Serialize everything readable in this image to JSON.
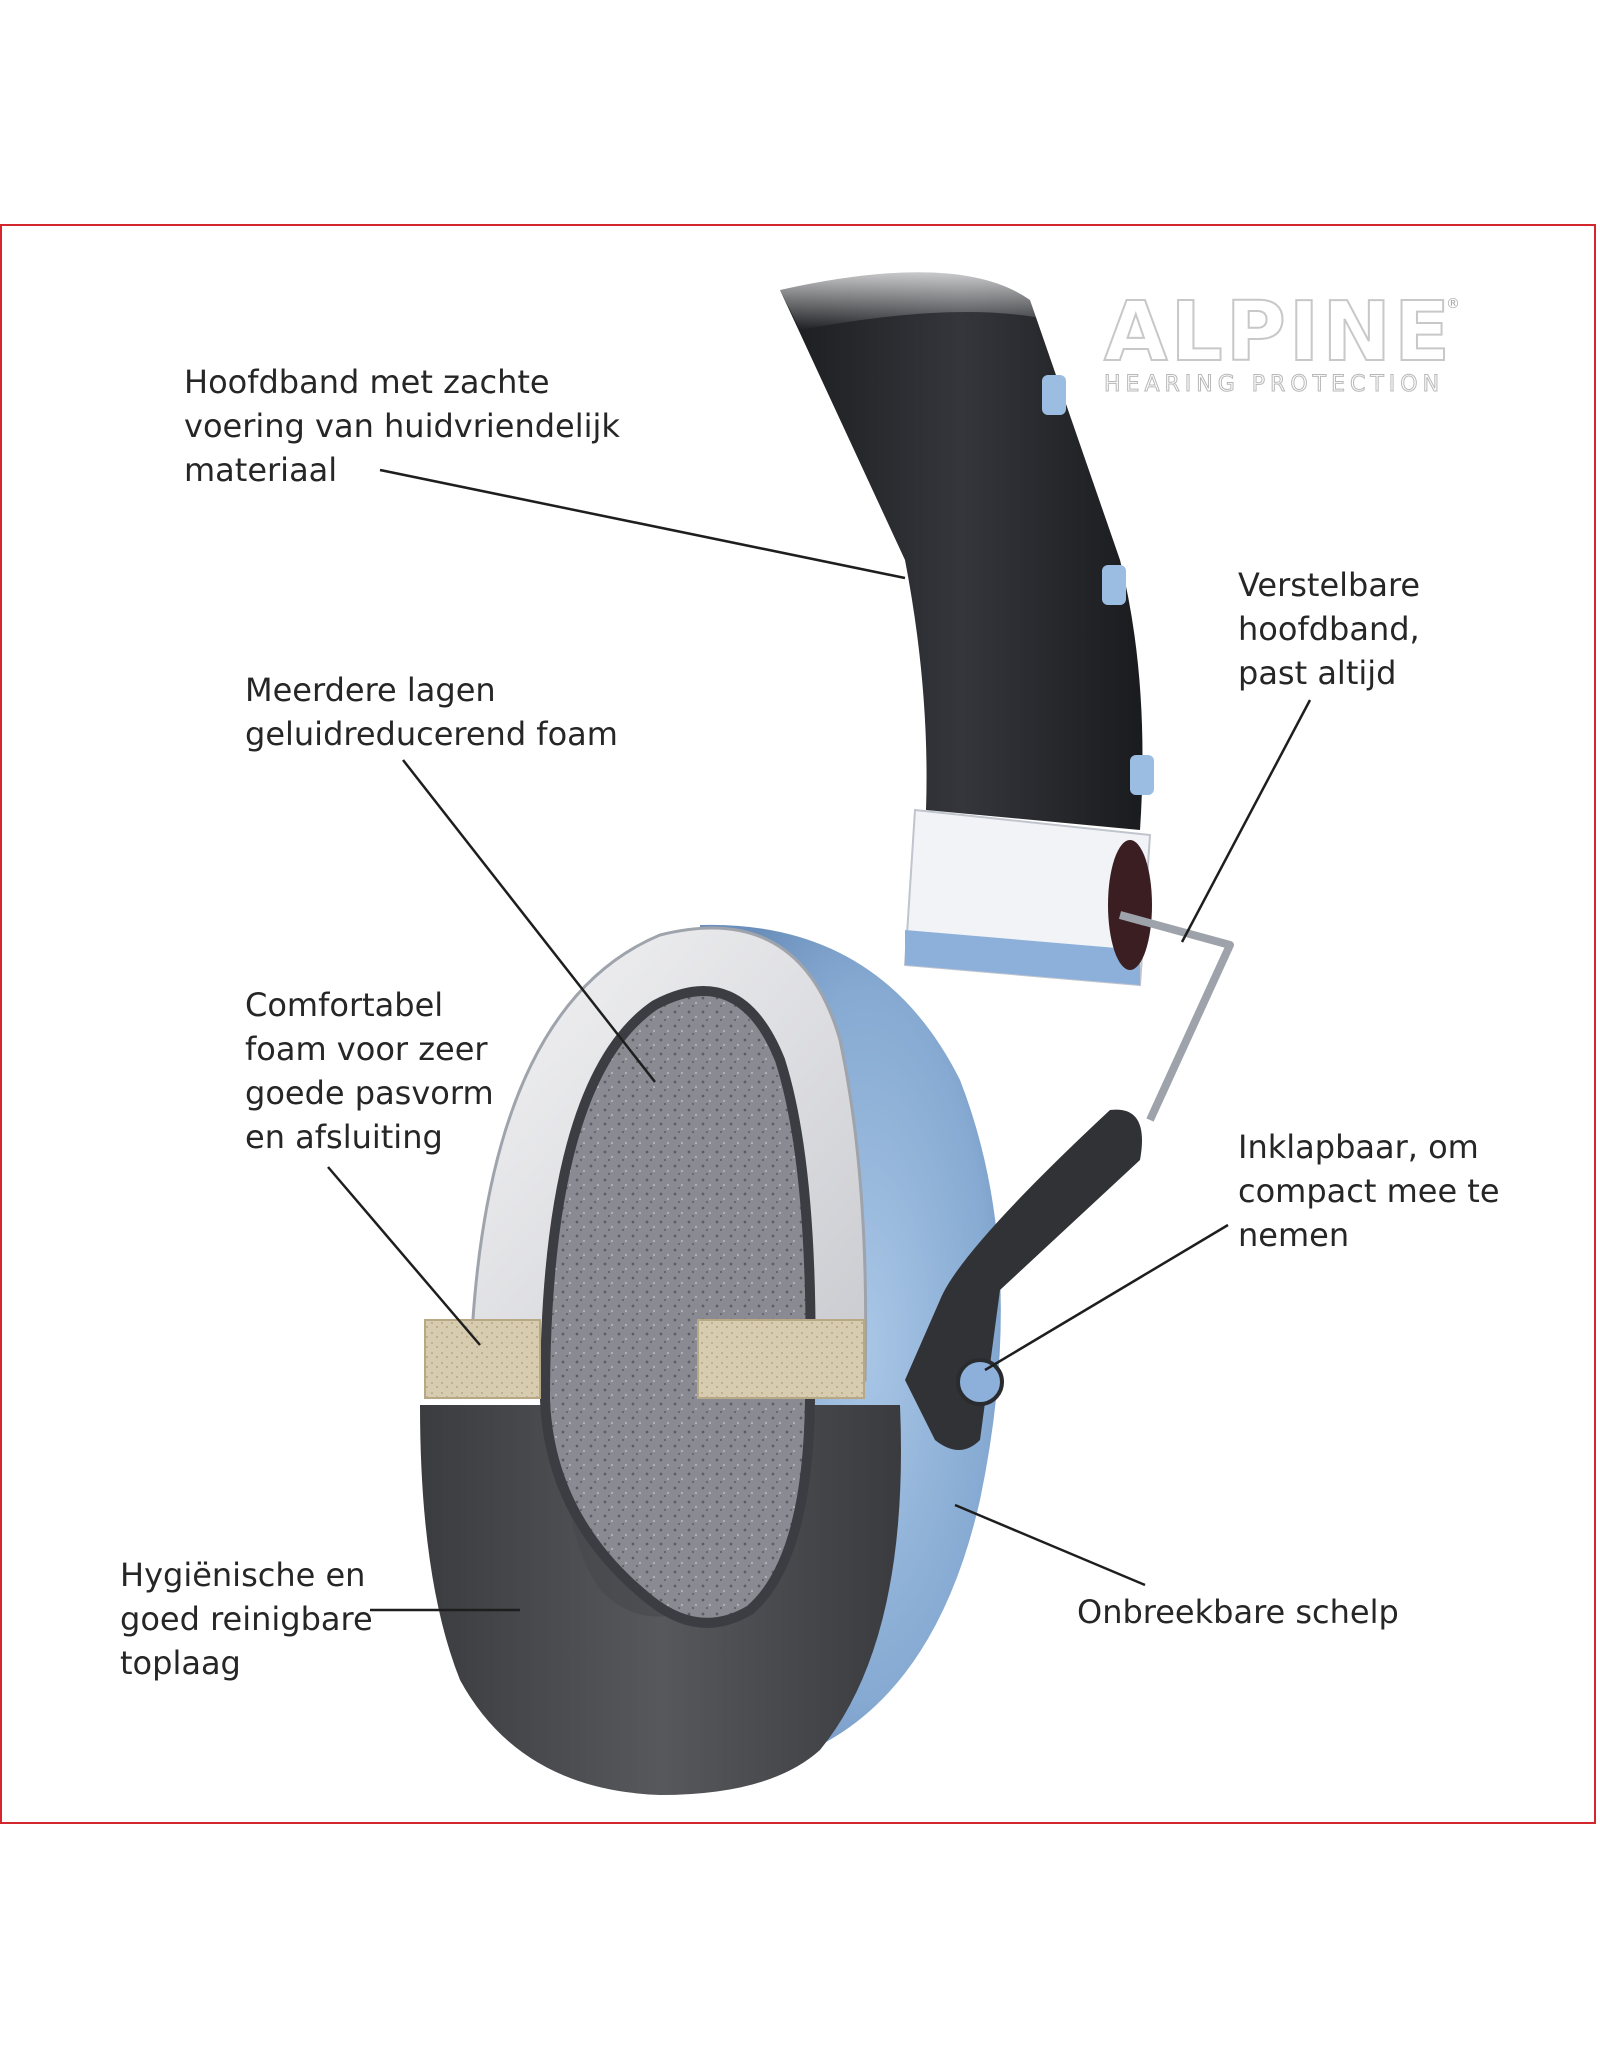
{
  "logo": {
    "name": "ALPINE",
    "registered": "®",
    "tagline": "HEARING PROTECTION"
  },
  "callouts": {
    "headband_lining": "Hoofdband met zachte\nvoering van huidvriendelijk\nmateriaal",
    "foam_layers": "Meerdere lagen\ngeluidreducerend foam",
    "comfort_foam": "Comfortabel\nfoam voor zeer\ngoede pasvorm\nen afsluiting",
    "hygienic_top": "Hygiënische en\ngoed reinigbare\ntoplaag",
    "adjustable": "Verstelbare\nhoofdband,\npast altijd",
    "foldable": "Inklapbaar, om\ncompact mee te\nnemen",
    "shell": "Onbreekbare schelp"
  },
  "colors": {
    "frame": "#d4262d",
    "shell": "#8aaed4",
    "headband": "#26282c",
    "cushion": "#4a4b4e",
    "foam": "#d8ccb0"
  }
}
